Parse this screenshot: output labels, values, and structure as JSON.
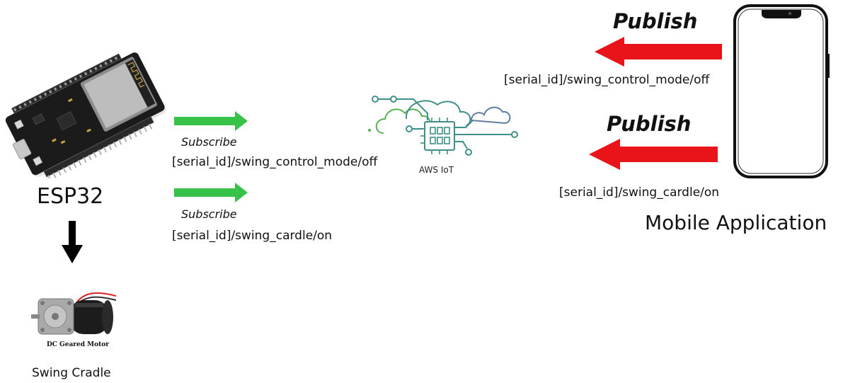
{
  "esp32": {
    "label": "ESP32"
  },
  "motor": {
    "plate_text": "DC Geared Motor",
    "label": "Swing Cradle"
  },
  "subscriptions": [
    {
      "action": "Subscribe",
      "topic": "[serial_id]/swing_control_mode/off"
    },
    {
      "action": "Subscribe",
      "topic": "[serial_id]/swing_cardle/on"
    }
  ],
  "aws": {
    "label": "AWS IoT"
  },
  "publications": [
    {
      "action": "Publish",
      "topic": "[serial_id]/swing_control_mode/off"
    },
    {
      "action": "Publish",
      "topic": "[serial_id]/swing_cardle/on"
    }
  ],
  "mobile": {
    "label": "Mobile Application"
  },
  "colors": {
    "subscribe_arrow": "#39c24a",
    "publish_arrow": "#e8141a",
    "down_arrow": "#000000",
    "aws_teal": "#3f8f88",
    "aws_green": "#5cae57",
    "aws_blue": "#5f7f9f"
  }
}
